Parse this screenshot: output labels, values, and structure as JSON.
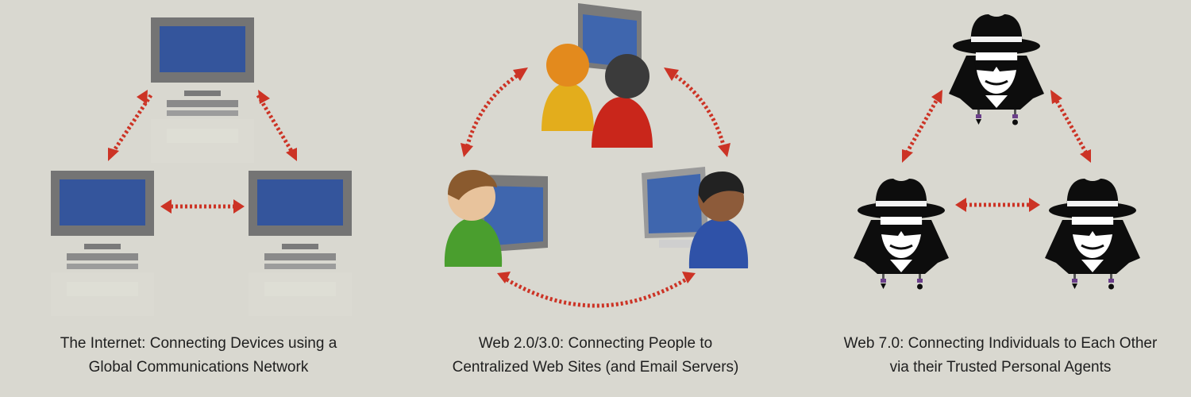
{
  "colors": {
    "background": "#d9d8d0",
    "monitor_frame": "#6f6f6f",
    "screen": "#34559c",
    "arrow": "#cc3325",
    "agent": "#0d0d0d",
    "agent_accent": "#6b3f8a",
    "person_orange": "#e38a1d",
    "person_dark": "#3b3b3b",
    "person_brown": "#8a5a2e",
    "body_yellow": "#e3ad1c",
    "body_red": "#c9261b",
    "body_green": "#4a9e2e",
    "body_blue": "#2f52a8"
  },
  "icons": {
    "device": "computer-monitor-icon",
    "person": "person-icon",
    "web_site": "browser-window-icon",
    "agent": "spy-agent-icon",
    "connection": "double-arrow-icon"
  },
  "panels": [
    {
      "caption_line1": "The Internet: Connecting Devices using a",
      "caption_line2": "Global Communications Network"
    },
    {
      "caption_line1": "Web 2.0/3.0: Connecting People to",
      "caption_line2": "Centralized Web Sites (and Email Servers)"
    },
    {
      "caption_line1": "Web 7.0: Connecting Individuals to Each Other",
      "caption_line2": "via their Trusted Personal Agents"
    }
  ]
}
